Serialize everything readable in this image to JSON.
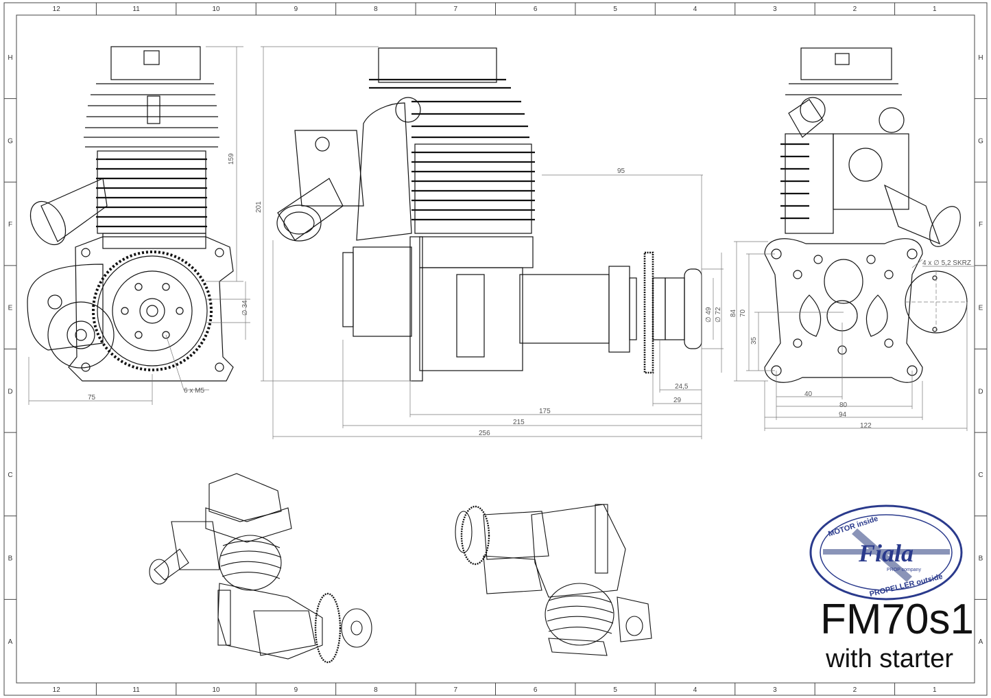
{
  "sheet": {
    "columns": [
      "12",
      "11",
      "10",
      "9",
      "8",
      "7",
      "6",
      "5",
      "4",
      "3",
      "2",
      "1"
    ],
    "rows": [
      "H",
      "G",
      "F",
      "E",
      "D",
      "C",
      "B",
      "A"
    ]
  },
  "dimensions": {
    "d159": "159",
    "d201": "201",
    "d95": "95",
    "dia34": "∅ 34",
    "m5": "6 x M5",
    "d75": "75",
    "dia49": "∅ 49",
    "dia72": "∅ 72",
    "d84": "84",
    "d70": "70",
    "d35": "35",
    "d24_5": "24,5",
    "d29": "29",
    "d175": "175",
    "d215": "215",
    "d256": "256",
    "skrz": "4 x ∅ 5,2 SKRZ",
    "d40": "40",
    "d80": "80",
    "d94": "94",
    "d122": "122"
  },
  "logo": {
    "brand": "Fiala",
    "top_text": "MOTOR inside",
    "bottom_text": "PROPELLER outside",
    "sub_text": "PROP company",
    "color": "#2a3a8c"
  },
  "title": {
    "model": "FM70s1",
    "subtitle": "with starter"
  }
}
